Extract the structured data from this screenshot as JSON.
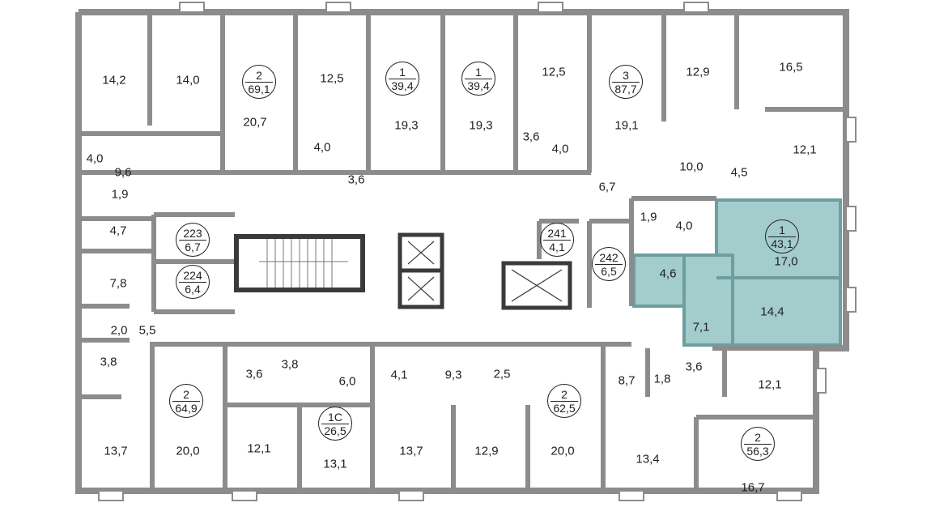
{
  "colors": {
    "wall": "#8c8c8c",
    "wall_dark": "#3a3a3a",
    "highlight": "#a3cccc",
    "highlight_wall": "#6e9e9e"
  },
  "rooms": [
    "14,2",
    "14,0",
    "20,7",
    "12,5",
    "19,3",
    "19,3",
    "12,5",
    "19,1",
    "12,9",
    "16,5",
    "12,1",
    "4,0",
    "9,6",
    "1,9",
    "4,0",
    "3,6",
    "3,6",
    "4,0",
    "10,0",
    "4,5",
    "6,7",
    "1,9",
    "4,0",
    "17,0",
    "4,6",
    "14,4",
    "7,1",
    "4,7",
    "7,8",
    "2,0",
    "5,5",
    "3,8",
    "3,6",
    "3,8",
    "6,0",
    "4,1",
    "9,3",
    "2,5",
    "8,7",
    "1,8",
    "3,6",
    "12,1",
    "13,7",
    "20,0",
    "12,1",
    "13,1",
    "13,7",
    "12,9",
    "20,0",
    "13,4",
    "16,7"
  ],
  "apartments": [
    {
      "rooms": "2",
      "area": "69,1"
    },
    {
      "rooms": "1",
      "area": "39,4"
    },
    {
      "rooms": "1",
      "area": "39,4"
    },
    {
      "rooms": "3",
      "area": "87,7"
    },
    {
      "rooms": "1",
      "area": "43,1",
      "selected": true
    },
    {
      "rooms": "2",
      "area": "64,9"
    },
    {
      "rooms": "1С",
      "area": "26,5"
    },
    {
      "rooms": "2",
      "area": "62,5"
    },
    {
      "rooms": "2",
      "area": "56,3"
    }
  ],
  "service_rooms": [
    {
      "number": "223",
      "area": "6,7"
    },
    {
      "number": "224",
      "area": "6,4"
    },
    {
      "number": "241",
      "area": "4,1"
    },
    {
      "number": "242",
      "area": "6,5"
    }
  ]
}
